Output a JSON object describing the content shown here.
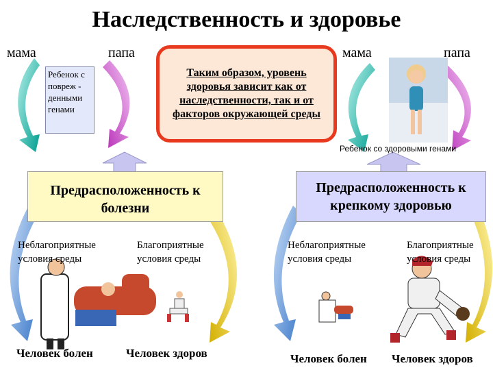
{
  "title": "Наследственность и здоровье",
  "top_left": {
    "mama": "мама",
    "papa": "папа",
    "child": "Ребенок с повреж - денными генами"
  },
  "top_right": {
    "mama": "мама",
    "papa": "папа",
    "child_caption": "Ребенок со здоровыми генами"
  },
  "conclusion": "Таким образом, уровень здоровья зависит как от наследственности, так и от факторов окружающей среды",
  "left_panel": {
    "title": "Предрасположенность к болезни",
    "unfavorable": "Неблагоприятные условия среды",
    "favorable": "Благоприятные условия среды",
    "outcome_ill": "Человек болен",
    "outcome_healthy": "Человек здоров"
  },
  "right_panel": {
    "title": "Предрасположенность к крепкому здоровью",
    "unfavorable": "Неблагоприятные условия среды",
    "favorable": "Благоприятные условия среды",
    "outcome_ill": "Человек болен",
    "outcome_healthy": "Человек здоров"
  },
  "colors": {
    "arrow_left": "#00a99d",
    "arrow_right": "#cc33cc",
    "box_border": "#e8391e",
    "arrow_blue": "#4a8fdc",
    "arrow_yellow": "#e6c81a",
    "up_arrow": "#c9c9ef"
  }
}
